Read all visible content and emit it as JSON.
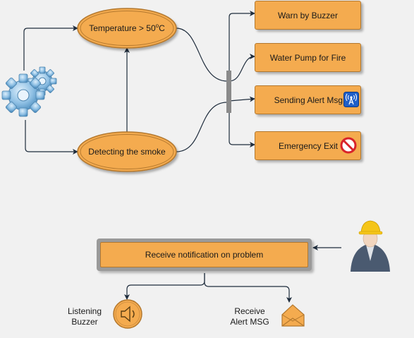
{
  "nodes": {
    "temperature": {
      "label_prefix": "Temperature > 50",
      "label_sup": "o",
      "label_suffix": "C"
    },
    "smoke": {
      "label": "Detecting the smoke"
    },
    "warn_buzzer": {
      "label": "Warn by Buzzer"
    },
    "water_pump": {
      "label": "Water Pump for Fire"
    },
    "alert_msg": {
      "label": "Sending Alert Msg"
    },
    "emergency_exit": {
      "label": "Emergency Exit"
    },
    "receive_notification": {
      "label": "Receive notification on problem"
    },
    "listening_buzzer": {
      "line1": "Listening",
      "line2": "Buzzer"
    },
    "receive_alert": {
      "line1": "Receive",
      "line2": "Alert MSG"
    }
  },
  "icons": {
    "gears": "gears-icon",
    "antenna": "antenna-signal-icon",
    "no_entry": "no-entry-icon",
    "worker": "worker-avatar-icon",
    "speaker": "speaker-icon",
    "envelope": "envelope-icon"
  },
  "colors": {
    "node_fill": "#f4ab4f",
    "node_stroke": "#b3782e",
    "edge": "#1f2d3d",
    "junction": "#8a8a8a",
    "gear": "#7fb2d9",
    "antenna_bg": "#1f5fc8",
    "no_entry": "#d8232a"
  }
}
